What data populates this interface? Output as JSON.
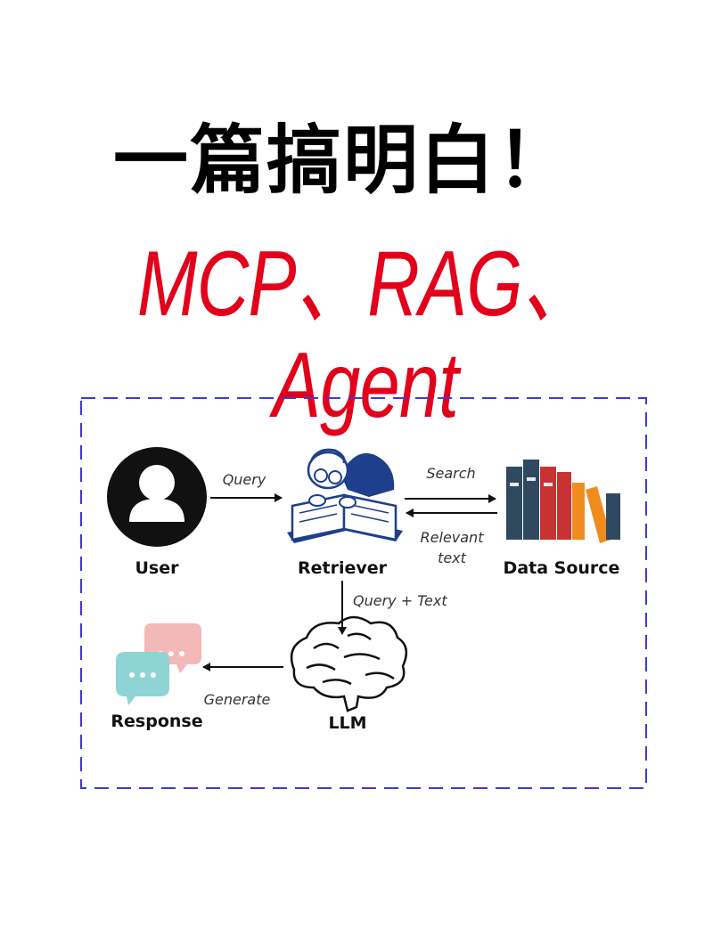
{
  "title": {
    "line1": "一篇搞明白！",
    "line2": "MCP、RAG、Agent"
  },
  "colors": {
    "title_black": "#000000",
    "title_red": "#e3001b",
    "frame_border": "#3b3bd6"
  },
  "diagram": {
    "nodes": {
      "user": {
        "label": "User",
        "icon": "user-avatar-icon"
      },
      "retriever": {
        "label": "Retriever",
        "icon": "reading-scholar-icon"
      },
      "data_source": {
        "label": "Data Source",
        "icon": "books-icon"
      },
      "llm": {
        "label": "LLM",
        "icon": "brain-icon"
      },
      "response": {
        "label": "Response",
        "icon": "chat-bubbles-icon"
      }
    },
    "edges": {
      "query": "Query",
      "search": "Search",
      "relevant_line1": "Relevant",
      "relevant_line2": "text",
      "query_text": "Query + Text",
      "generate": "Generate"
    }
  }
}
